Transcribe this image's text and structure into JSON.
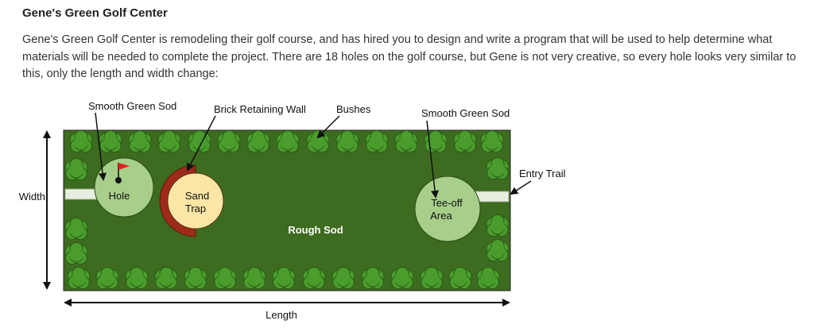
{
  "page": {
    "title": "Gene's Green Golf Center",
    "description_lines": [
      "Gene's Green Golf Center is remodeling their golf course, and has hired you to design and write a program that will be used to help determine what",
      "materials will be needed to complete the project. There are 18 holes on the golf course, but Gene is not very creative, so every hole looks very similar to",
      "this, only the length and width change:"
    ]
  },
  "diagram": {
    "labels": {
      "smooth_sod_left": "Smooth Green Sod",
      "retaining_wall": "Brick Retaining Wall",
      "bushes": "Bushes",
      "smooth_sod_right": "Smooth Green Sod",
      "entry_trail": "Entry Trail",
      "width": "Width",
      "length": "Length",
      "hole": "Hole",
      "sand_line1": "Sand",
      "sand_line2": "Trap",
      "tee_line1": "Tee-off",
      "tee_line2": "Area",
      "rough_sod": "Rough Sod"
    },
    "colors": {
      "rough_sod": "#3d6b1f",
      "smooth_sod": "#a8cf8a",
      "bush": "#4a9c2c",
      "bush_outline": "#2a5e16",
      "sand": "#fbe6a6",
      "brick": "#9e2a1a",
      "trail": "#e8eee0",
      "flag": "#e02020"
    }
  }
}
